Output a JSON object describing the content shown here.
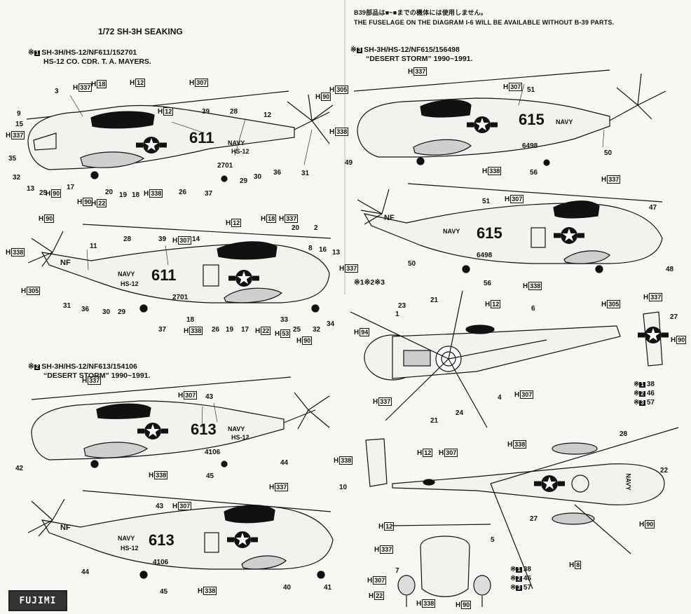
{
  "header": {
    "title": "1/72 SH-3H SEAKING",
    "note_jp": "B39部品は■~■までの機体には使用しません。",
    "note_en": "THE FUSELAGE ON THE DIAGRAM I-6 WILL BE AVAILABLE WITHOUT B-39 PARTS."
  },
  "variants": [
    {
      "marker": "1",
      "line1": "SH-3H/HS-12/NF611/152701",
      "line2": "HS-12 CO. CDR. T. A. MAYERS."
    },
    {
      "marker": "2",
      "line1": "SH-3H/HS-12/NF613/154106",
      "line2": "“DESERT STORM” 1990~1991."
    },
    {
      "marker": "3",
      "line1": "SH-3H/HS-12/NF615/156498",
      "line2": "“DESERT STORM” 1990~1991."
    }
  ],
  "aircraft": {
    "a611": {
      "modex": "611",
      "navy": "NAVY",
      "serial": "2701"
    },
    "a613": {
      "modex": "613",
      "navy": "NAVY",
      "serial": "4106"
    },
    "a615": {
      "modex": "615",
      "navy": "NAVY",
      "serial": "6498"
    },
    "squadron": "HS-12",
    "tail_code": "NF"
  },
  "paint_codes": {
    "h337": "337",
    "h18": "18",
    "h12": "12",
    "h307": "307",
    "h90": "90",
    "h305": "305",
    "h338": "338",
    "h22": "22",
    "h94": "94",
    "h53": "53",
    "h8": "8"
  },
  "prefix": "H",
  "legend_markers": "※1※2※3",
  "decal_table": [
    {
      "marker": "1",
      "decal": "38"
    },
    {
      "marker": "2",
      "decal": "46"
    },
    {
      "marker": "3",
      "decal": "57"
    }
  ],
  "callouts": [
    "1",
    "2",
    "3",
    "4",
    "5",
    "6",
    "7",
    "8",
    "9",
    "10",
    "11",
    "12",
    "13",
    "14",
    "15",
    "16",
    "17",
    "18",
    "19",
    "20",
    "21",
    "22",
    "23",
    "24",
    "25",
    "26",
    "27",
    "28",
    "29",
    "30",
    "31",
    "32",
    "33",
    "34",
    "35",
    "36",
    "37",
    "39",
    "40",
    "41",
    "42",
    "43",
    "44",
    "45",
    "47",
    "48",
    "49",
    "50",
    "51",
    "56"
  ],
  "logo": "FUJIMI"
}
